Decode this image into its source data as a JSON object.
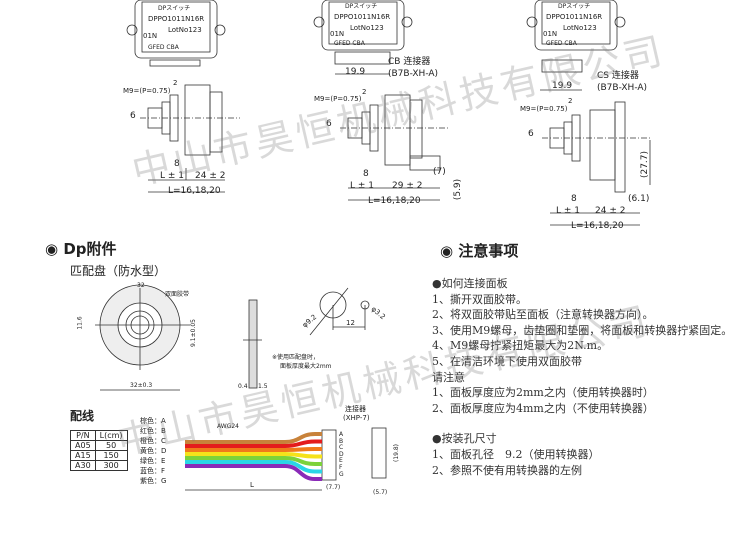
{
  "drawings": [
    {
      "face": {
        "brand": "DPスイッチ",
        "model": "DPPO1011N16R",
        "lot": "LotNo123",
        "code": "01N",
        "pins": "GFED  CBA"
      },
      "thread": "M9=(P=0.75)",
      "shaft": "6",
      "gap": "2",
      "d8": "8",
      "l1": "L ± 1",
      "body": "24 ± 2",
      "ltotal": "L=16,18,20"
    },
    {
      "face": {
        "brand": "DPスイッチ",
        "model": "DPPO1011N16R",
        "lot": "LotNo123",
        "code": "01N",
        "pins": "GFED  CBA"
      },
      "connector": "CB 连接器",
      "connector_model": "(B7B-XH-A)",
      "width": "19.9",
      "thread": "M9=(P=0.75)",
      "shaft": "6",
      "gap": "2",
      "d8": "8",
      "l1": "L ± 1",
      "body": "29 ± 2",
      "ltotal": "L=16,18,20",
      "extra1": "(7)",
      "extra2": "(5.9)"
    },
    {
      "face": {
        "brand": "DPスイッチ",
        "model": "DPPO1011N16R",
        "lot": "LotNo123",
        "code": "01N",
        "pins": "GFED  CBA"
      },
      "connector": "CS 连接器",
      "connector_model": "(B7B-XH-A)",
      "width": "19.9",
      "thread": "M9=(P=0.75)",
      "shaft": "6",
      "gap": "2",
      "d8": "8",
      "l1": "L ± 1",
      "body": "24 ± 2",
      "ltotal": "L=16,18,20",
      "extra1": "(27.7)",
      "extra2": "(6.1)"
    }
  ],
  "accessories": {
    "title": "Dp附件",
    "subtitle": "匹配盘（防水型）",
    "disk": {
      "top": "32",
      "tape": "双面胶带",
      "left": "11.6",
      "right": "9.1±0.05",
      "bottom": "32±0.3"
    },
    "plate": {
      "t1": "0.4",
      "t2": "1.5",
      "note1": "※使用匹配盘时，",
      "note2": "面板厚度最大2mm"
    },
    "holes": {
      "d1": "φ9.2",
      "dist": "12",
      "d2": "φ3.2"
    }
  },
  "wiring": {
    "title": "配线",
    "table": {
      "headers": [
        "P/N",
        "L(cm)"
      ],
      "rows": [
        [
          "A05",
          "50"
        ],
        [
          "A15",
          "150"
        ],
        [
          "A30",
          "300"
        ]
      ]
    },
    "wires": [
      {
        "label": "棕色：A",
        "color": "#c8823a"
      },
      {
        "label": "红色：B",
        "color": "#e41c1c"
      },
      {
        "label": "橙色：C",
        "color": "#f07a1a"
      },
      {
        "label": "黄色：D",
        "color": "#f5e21a"
      },
      {
        "label": "绿色：E",
        "color": "#7cd23a"
      },
      {
        "label": "蓝色：F",
        "color": "#2ad6e6"
      },
      {
        "label": "紫色：G",
        "color": "#8a2ab8"
      }
    ],
    "awg": "AWG24",
    "connector": "连接器",
    "connector_model": "(XHP-7)",
    "pins": "ABCDEFG",
    "length": "L",
    "dim1": "(7.7)",
    "dim2": "(19.8)",
    "dim3": "(5.7)"
  },
  "notes": {
    "title": "注意事项",
    "sec1_title": "●如何连接面板",
    "sec1": [
      "1、撕开双面胶带。",
      "2、将双面胶带贴至面板（注意转换器方向）。",
      "3、使用M9螺母，齿垫圈和垫圈，将面板和转换器拧紧固定。",
      "4、M9螺母拧紧扭矩最大为2N.m。",
      "5、在清洁环境下使用双面胶带"
    ],
    "caution_title": "请注意",
    "caution": [
      "1、面板厚度应为2mm之内（使用转换器时）",
      "2、面板厚度应为4mm之内（不使用转换器）"
    ],
    "sec2_title": "●按装孔尺寸",
    "sec2": [
      "1、面板孔径　9.2（使用转换器）",
      "2、参照不使有用转换器的左例"
    ]
  },
  "watermark": "中山市昊恒机械科技有限公司"
}
